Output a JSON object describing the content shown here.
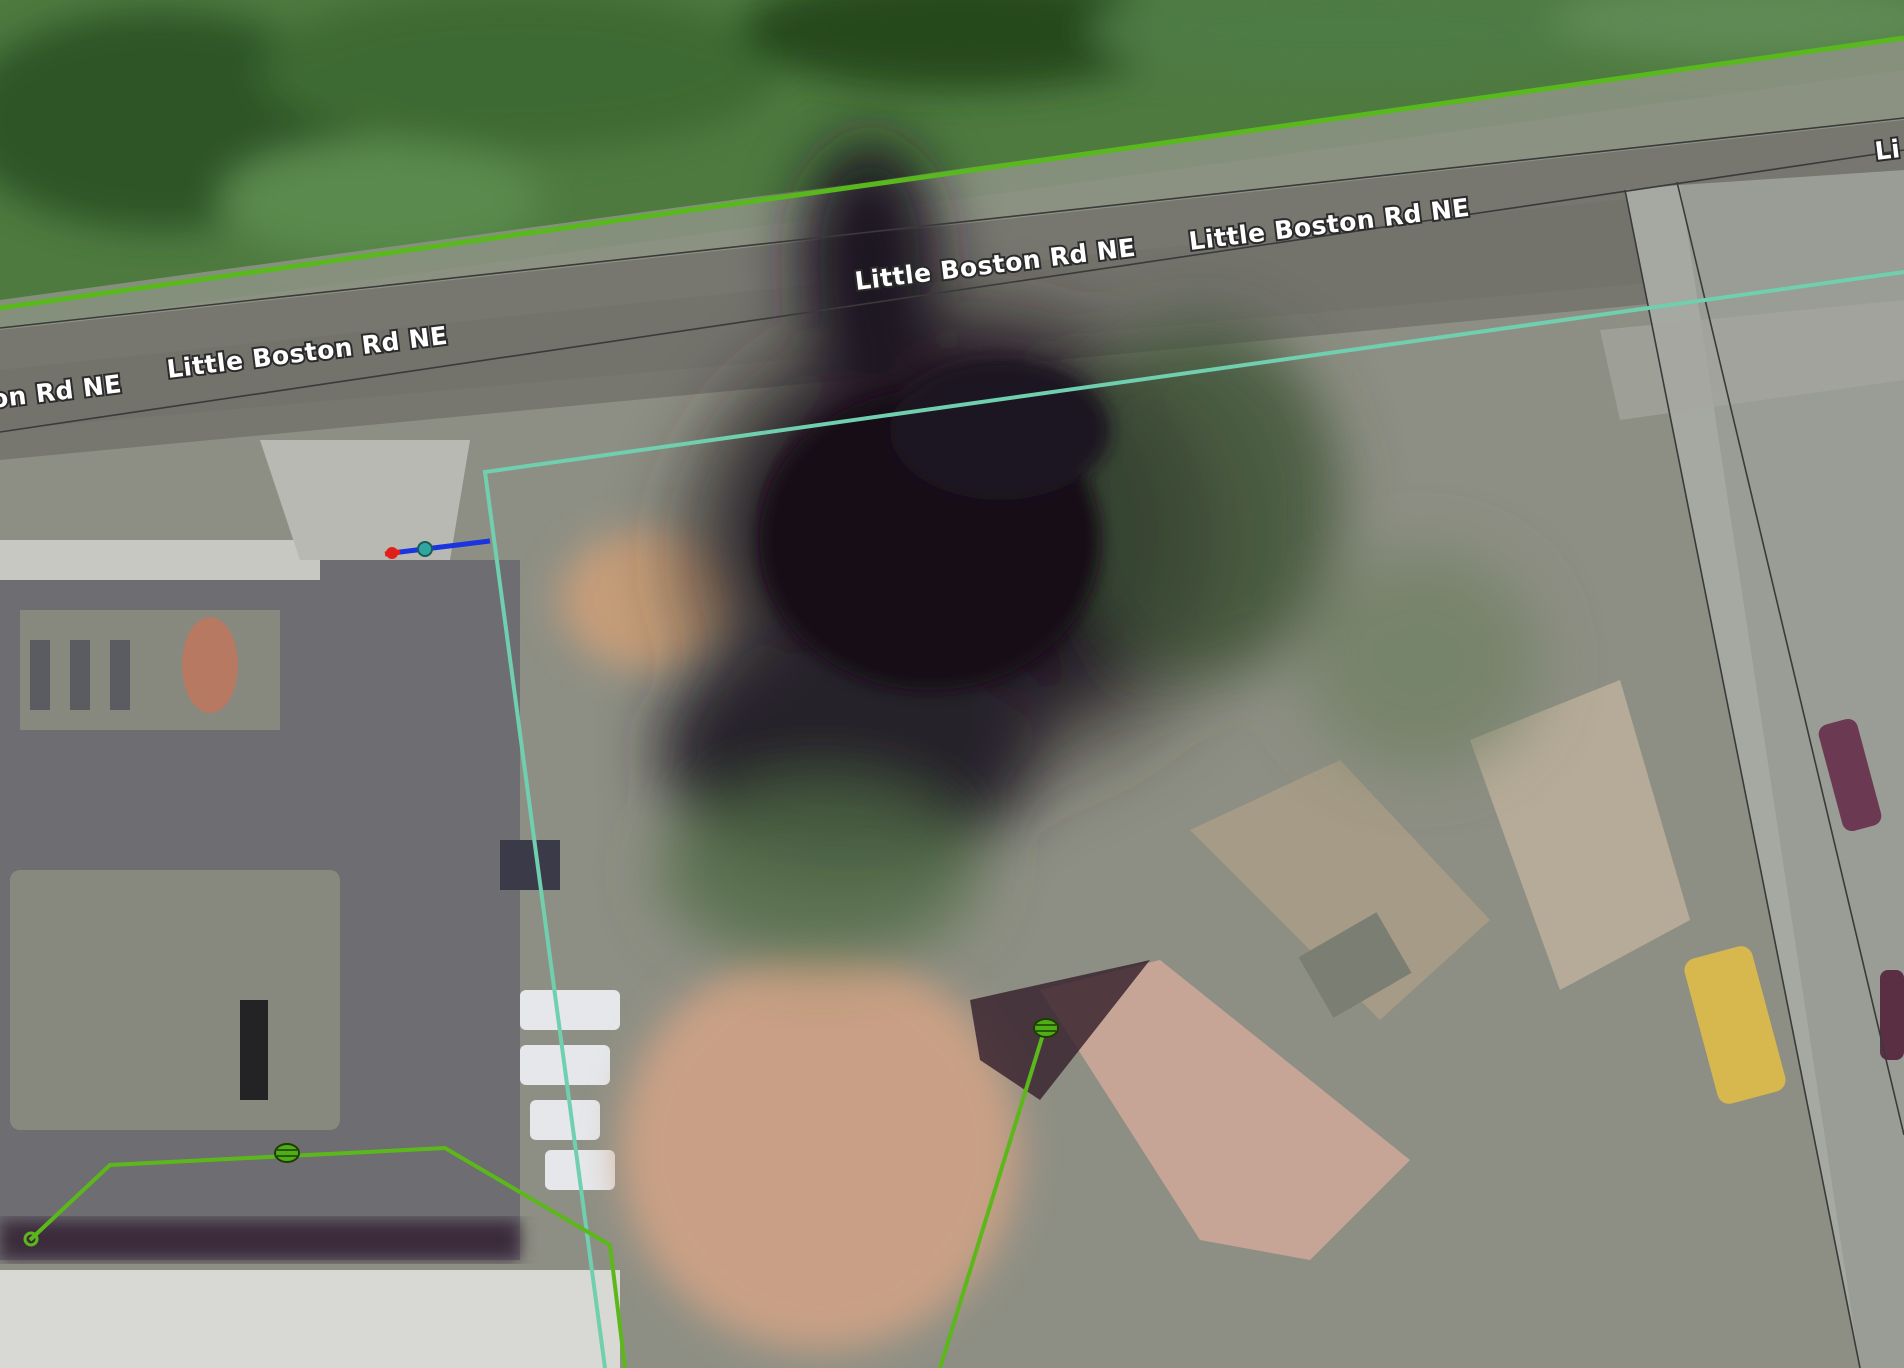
{
  "map": {
    "layer": "aerial imagery",
    "street_labels": [
      "on Rd NE",
      "Little Boston Rd NE",
      "Little Boston Rd NE",
      "Little Boston Rd NE",
      "Li"
    ],
    "colors": {
      "parcel_boundary": "#6fcfae",
      "water_main": "#5cb81a",
      "service_line": "#1a35e0",
      "service_end": "#e0201a",
      "meter_node": "#2fa6a0",
      "valve_fill": "#4fae14",
      "right_of_way": "#58b81d",
      "road_centerline": "#3a3a3a"
    },
    "symbols": {
      "valve_icon": "valve-icon",
      "meter_icon": "meter-icon",
      "service_end_icon": "service-end-icon",
      "hydrant_node_icon": "node-icon"
    }
  }
}
